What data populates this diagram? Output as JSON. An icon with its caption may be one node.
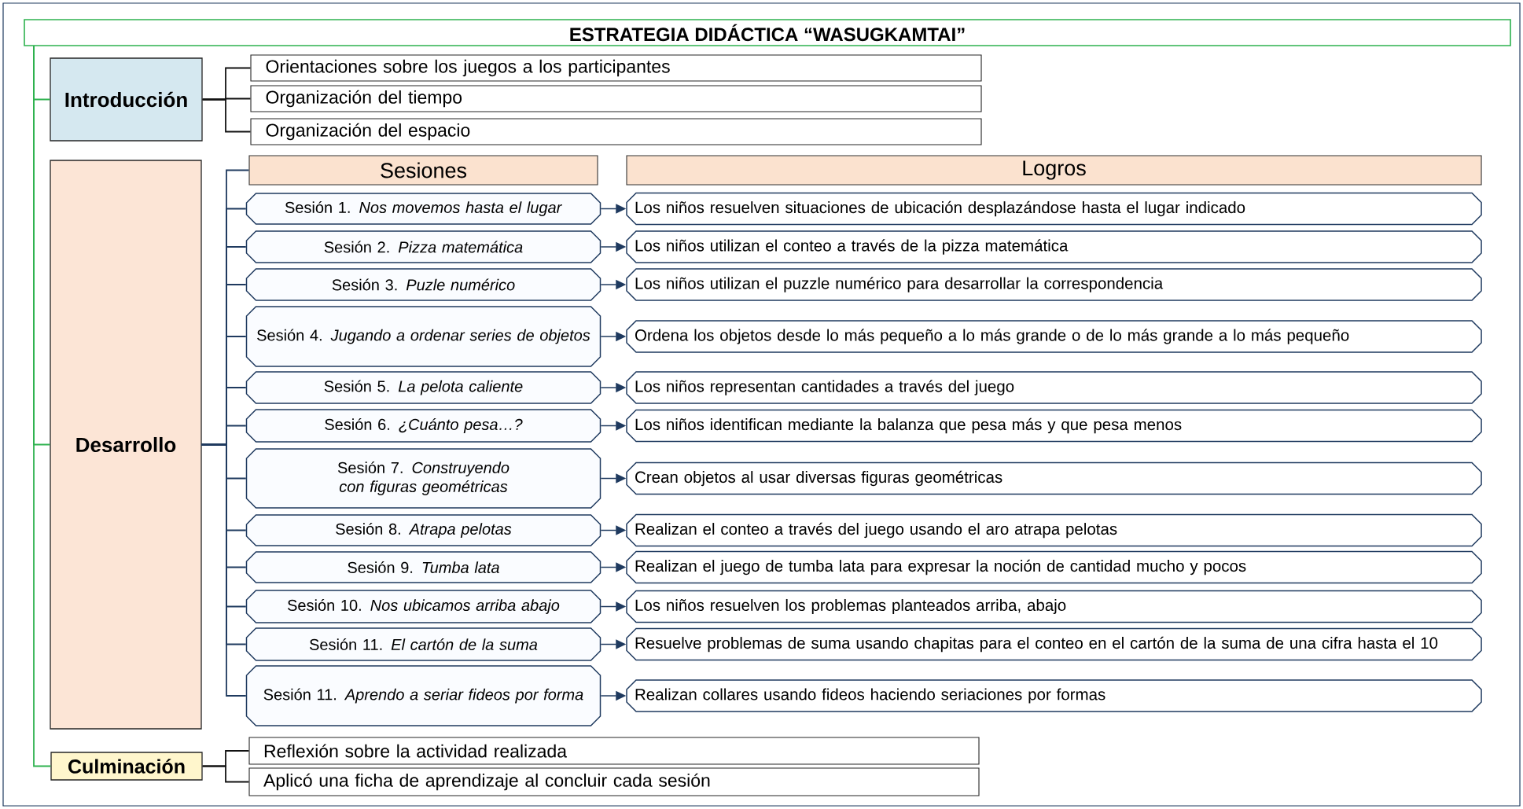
{
  "diagram": {
    "nodes": [
      {
        "text": [
          "ESTRATEGIA DIDÁCTICA “WASUGKAMTAI”"
        ]
      },
      {
        "text": [
          "Introducción"
        ]
      },
      {
        "text": [
          "Orientaciones sobre los juegos a los participantes"
        ]
      },
      {
        "text": [
          "Organización del tiempo"
        ]
      },
      {
        "text": [
          "Organización del espacio"
        ]
      },
      {
        "text": [
          "Desarrollo"
        ]
      },
      {
        "text": [
          "Sesiones"
        ]
      },
      {
        "text": [
          "Logros"
        ]
      },
      {
        "text": [
          "Sesión 1. *Nos movemos hasta el lugar*"
        ]
      },
      {
        "text": [
          "Los niños resuelven situaciones de ubicación desplazándose hasta el lugar indicado"
        ]
      },
      {
        "text": [
          "Sesión 2. *Pizza matemática*"
        ]
      },
      {
        "text": [
          "Los niños utilizan el conteo a través de la pizza matemática"
        ]
      },
      {
        "text": [
          "Sesión 3. *Puzle numérico*"
        ]
      },
      {
        "text": [
          "Los niños utilizan el puzzle numérico para desarrollar la correspondencia"
        ]
      },
      {
        "text": [
          "Sesión 4. *Jugando a ordenar series de objetos*"
        ]
      },
      {
        "text": [
          "Ordena los objetos desde lo más pequeño a lo más grande o de lo más grande a lo más pequeño"
        ]
      },
      {
        "text": [
          "Sesión 5. *La pelota caliente*"
        ]
      },
      {
        "text": [
          "Los niños representan cantidades a través del juego"
        ]
      },
      {
        "text": [
          "Sesión 6. *¿Cuánto pesa…?*"
        ]
      },
      {
        "text": [
          "Los niños identifican mediante la balanza que pesa más y que pesa menos"
        ]
      },
      {
        "text": [
          "Sesión 7. *Construyendo con figuras geométricas*"
        ]
      },
      {
        "text": [
          "Crean objetos al usar diversas figuras geométricas"
        ]
      },
      {
        "text": [
          "Sesión 8. *Atrapa pelotas*"
        ]
      },
      {
        "text": [
          "Realizan el conteo a través del juego usando el aro atrapa pelotas"
        ]
      },
      {
        "text": [
          "Sesión 9. *Tumba lata*"
        ]
      },
      {
        "text": [
          "Realizan el juego de tumba lata para expresar la noción de cantidad mucho y pocos"
        ]
      },
      {
        "text": [
          "Sesión 10. *Nos ubicamos arriba abajo*"
        ]
      },
      {
        "text": [
          "Los niños resuelven los problemas planteados arriba, abajo"
        ]
      },
      {
        "text": [
          "Sesión 11. *El cartón de la suma*"
        ]
      },
      {
        "text": [
          "Resuelve problemas de suma usando chapitas para el conteo en el cartón de la suma de una cifra hasta el 10"
        ]
      },
      {
        "text": [
          "Sesión 11. *Aprendo a seriar fideos por forma*"
        ]
      },
      {
        "text": [
          "Realizan collares usando fideos haciendo seriaciones por formas"
        ]
      },
      {
        "text": [
          "Culminación"
        ]
      },
      {
        "text": [
          "Reflexión sobre la actividad realizada"
        ]
      },
      {
        "text": [
          "Aplicó una ficha de aprendizaje al concluir cada sesión"
        ]
      }
    ],
    "edges": [
      {
        "from": 0,
        "to": 1,
        "arrow": "none",
        "color": "#2eb24f"
      },
      {
        "from": 0,
        "to": 5,
        "arrow": "none",
        "color": "#2eb24f"
      },
      {
        "from": 0,
        "to": 32,
        "arrow": "none",
        "color": "#2eb24f"
      },
      {
        "from": 1,
        "to": 2,
        "arrow": "none",
        "color": "#111111"
      },
      {
        "from": 1,
        "to": 3,
        "arrow": "none",
        "color": "#111111"
      },
      {
        "from": 1,
        "to": 4,
        "arrow": "none",
        "color": "#111111"
      },
      {
        "from": 5,
        "to": 6,
        "arrow": "none"
      },
      {
        "from": 5,
        "to": 8,
        "arrow": "none"
      },
      {
        "from": 5,
        "to": 10,
        "arrow": "none"
      },
      {
        "from": 5,
        "to": 12,
        "arrow": "none"
      },
      {
        "from": 5,
        "to": 14,
        "arrow": "none"
      },
      {
        "from": 5,
        "to": 16,
        "arrow": "none"
      },
      {
        "from": 5,
        "to": 18,
        "arrow": "none"
      },
      {
        "from": 5,
        "to": 20,
        "arrow": "none"
      },
      {
        "from": 5,
        "to": 22,
        "arrow": "none"
      },
      {
        "from": 5,
        "to": 24,
        "arrow": "none"
      },
      {
        "from": 5,
        "to": 26,
        "arrow": "none"
      },
      {
        "from": 5,
        "to": 28,
        "arrow": "none"
      },
      {
        "from": 5,
        "to": 30,
        "arrow": "none"
      },
      {
        "from": 8,
        "to": 9,
        "arrow": "to"
      },
      {
        "from": 10,
        "to": 11,
        "arrow": "to"
      },
      {
        "from": 12,
        "to": 13,
        "arrow": "to"
      },
      {
        "from": 14,
        "to": 15,
        "arrow": "to"
      },
      {
        "from": 16,
        "to": 17,
        "arrow": "to"
      },
      {
        "from": 18,
        "to": 19,
        "arrow": "to"
      },
      {
        "from": 20,
        "to": 21,
        "arrow": "to"
      },
      {
        "from": 22,
        "to": 23,
        "arrow": "to"
      },
      {
        "from": 24,
        "to": 25,
        "arrow": "to"
      },
      {
        "from": 26,
        "to": 27,
        "arrow": "to"
      },
      {
        "from": 28,
        "to": 29,
        "arrow": "to"
      },
      {
        "from": 30,
        "to": 31,
        "arrow": "to"
      },
      {
        "from": 32,
        "to": 33,
        "arrow": "none",
        "color": "#111111"
      },
      {
        "from": 32,
        "to": 34,
        "arrow": "none",
        "color": "#111111"
      }
    ]
  }
}
